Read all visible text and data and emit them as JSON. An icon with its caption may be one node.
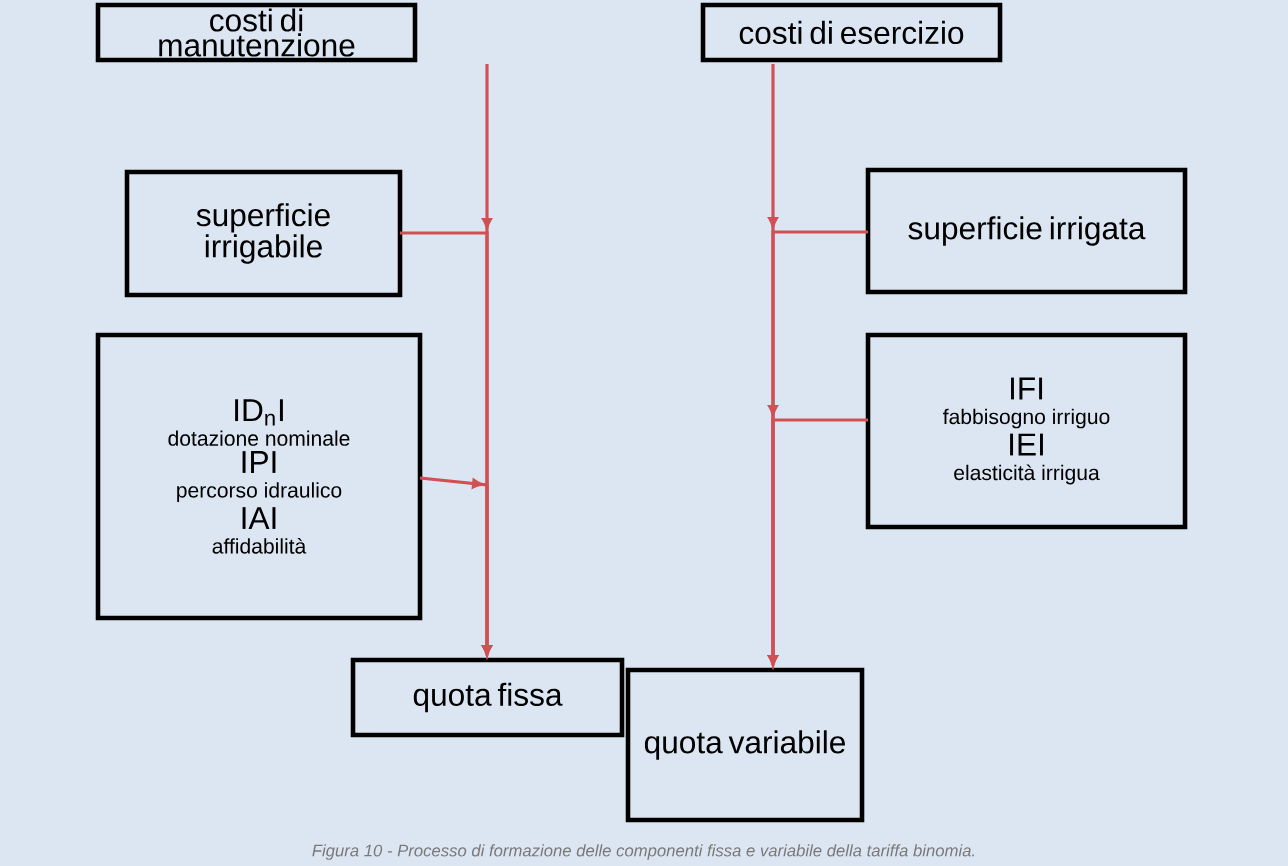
{
  "diagram": {
    "caption": "Figura 10 - Processo di formazione delle componenti fissa e variabile della tariffa binomia.",
    "nodes": [
      {
        "text": [
          "costi di manutenzione"
        ]
      },
      {
        "text": [
          "costi di esercizio"
        ]
      },
      {
        "text": [
          "superficie irrigabile"
        ]
      },
      {
        "text": [
          "ID$_{n}$I",
          "dotazione nominale",
          "IPI",
          "percorso idraulico",
          "IAI",
          "affidabilità"
        ]
      },
      {
        "text": [
          "quota fissa"
        ]
      },
      {
        "text": [
          "superficie irrigata"
        ]
      },
      {
        "text": [
          "IFI",
          "fabbisogno irriguo",
          "IEI",
          "elasticità irrigua"
        ]
      },
      {
        "text": [
          "quota variabile"
        ]
      }
    ],
    "edges": [
      {
        "from": 0,
        "to": 4,
        "arrow": "to"
      },
      {
        "from": 2,
        "to": 4,
        "arrow": "to"
      },
      {
        "from": 3,
        "to": 4,
        "arrow": "to"
      },
      {
        "from": 1,
        "to": 7,
        "arrow": "to"
      },
      {
        "from": 5,
        "to": 7,
        "arrow": "to"
      },
      {
        "from": 6,
        "to": 7,
        "arrow": "to"
      }
    ]
  }
}
